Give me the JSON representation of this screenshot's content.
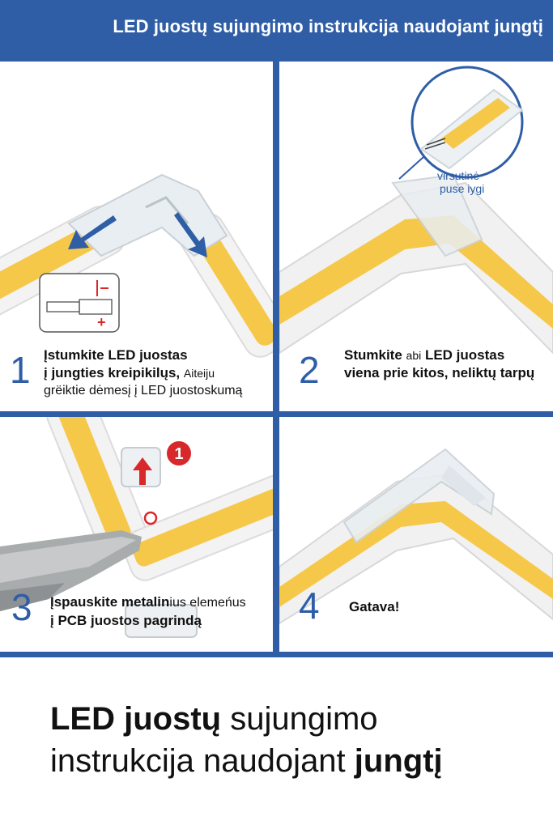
{
  "header": {
    "title": "LED juostų sujungimo instrukcija naudojant jungtį"
  },
  "steps": [
    {
      "number": "1",
      "line1": "Įstumkite LED juostas",
      "line2_bold": "į jungties kreipikilųs,",
      "line2_small": "Aiteiju",
      "line3": "grëiktie dėmesį į LED juostoskumą"
    },
    {
      "number": "2",
      "line1_bold": "Stumkite",
      "line1_small": "abi",
      "line1_bold2": "LED juostas",
      "line2": "viena prie kitos, neliktų tarpų",
      "callout_line1": "virsutinė",
      "callout_line2": "puse iygi"
    },
    {
      "number": "3",
      "line1_bold": "Įspauskite metalin",
      "line1_small": "ius elemeńus",
      "line2": "į PCB juostos pagrindą",
      "badge": "1"
    },
    {
      "number": "4",
      "line1": "Gatava!"
    }
  ],
  "schematic": {
    "minus": "–",
    "plus": "+"
  },
  "footer": {
    "line1_bold": "LED juostų",
    "line1": "sujungimo",
    "line2": "instrukcija naudojant",
    "line2_bold": "jungtį"
  },
  "colors": {
    "brand_blue": "#2f5ea6",
    "led_yellow": "#f6c84a",
    "accent_red": "#d8282a"
  }
}
